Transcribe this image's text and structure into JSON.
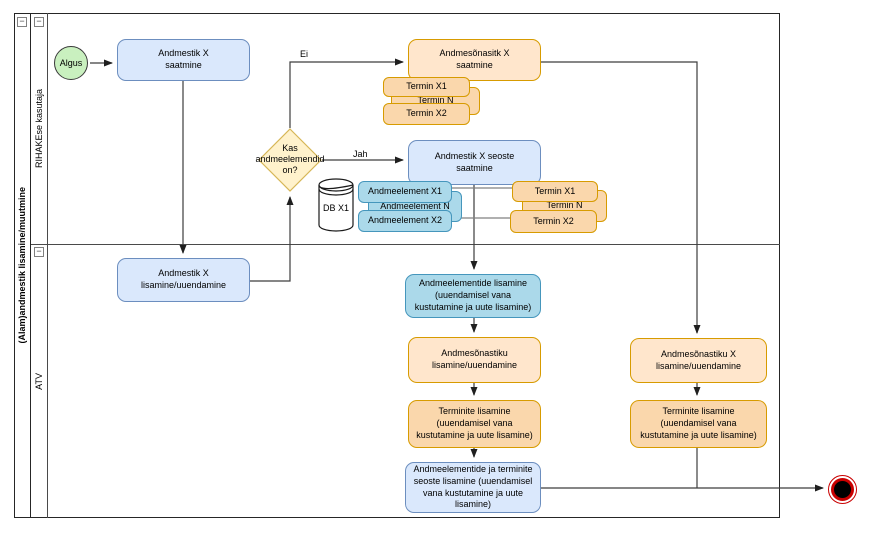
{
  "pool": {
    "label": "(Alam)andmestik lisamine/muutmine"
  },
  "lanes": {
    "top": "RIHAKEse kasutaja",
    "bottom": "ATV"
  },
  "ui": {
    "collapse_glyph": "−"
  },
  "nodes": {
    "start": "Algus",
    "andmestik_saatmine": "Andmestik X\nsaatmine",
    "andmesonasitk_saatmine": "Andmesõnasitk X\nsaatmine",
    "termin_x1_top": "Termin X1",
    "termin_n_top": "Termin N",
    "termin_x2_top": "Termin X2",
    "gateway": "Kas\nandmeelemendid\non?",
    "seoste_saatmine": "Andmestik X seoste\nsaatmine",
    "db": "DB X1",
    "andmeelement_x1": "Andmeelement X1",
    "andmeelement_n": "Andmeelement N",
    "andmeelement_x2": "Andmeelement X2",
    "termin_x1_mid": "Termin X1",
    "termin_n_mid": "Termin N",
    "termin_x2_mid": "Termin X2",
    "andmestik_lisamine": "Andmestik X\nlisamine/uuendamine",
    "andmeelementide_lisamine": "Andmeelementide lisamine\n(uuendamisel vana\nkustutamine ja uute lisamine)",
    "andmesonastiku_lisamine": "Andmesõnastiku\nlisamine/uuendamine",
    "terminite_lisamine_mid": "Terminite lisamine\n(uuendamisel vana\nkustutamine ja uute lisamine)",
    "seoste_lisamine": "Andmeelementide ja terminite\nseoste lisamine (uuendamisel\nvana kustutamine ja uute\nlisamine)",
    "andmesonastiku_x_lisamine": "Andmesõnastiku X\nlisamine/uuendamine",
    "terminite_lisamine_right": "Terminite lisamine\n(uuendamisel vana\nkustutamine ja uute lisamine)"
  },
  "edge_labels": {
    "ei": "Ei",
    "jah": "Jah"
  },
  "colors": {
    "task_blue_fill": "#dae8fc",
    "task_blue_stroke": "#6c8ebf",
    "task_orange_fill": "#ffe6cc",
    "task_orange_dark_fill": "#fad7ac",
    "task_orange_stroke": "#d79b00",
    "task_cyan_fill": "#abd9ea",
    "task_cyan_stroke": "#4596bc",
    "gateway_fill": "#fff2cc",
    "gateway_stroke": "#d6b656",
    "start_fill": "#c9f0bf",
    "end_ring": "#c90000"
  }
}
